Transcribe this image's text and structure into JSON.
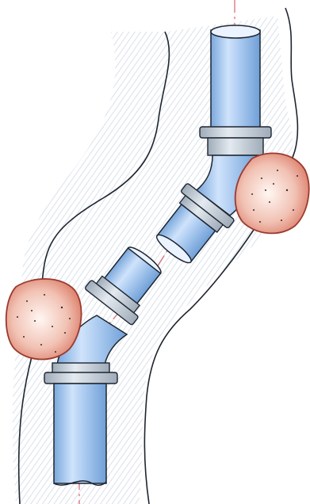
{
  "figure": {
    "labels": [],
    "colors": {
      "background": "#ffffff",
      "trench_hatch": "#dbe3ec",
      "pipe_fill": "#a9c9ef",
      "pipe_shadow": "#6f9fd6",
      "pipe_highlight": "#eaf3ff",
      "outline": "#1e2530",
      "flange_fill": "#c6d1db",
      "centerline": "#e0606a",
      "rock_fill": "#e8a08c",
      "rock_outline": "#9a3a2e"
    },
    "elements": {
      "trench": "trench-outline",
      "pipe_upper": "pipe-upper",
      "pipe_lower": "pipe-lower",
      "rock_right": "rock-right",
      "rock_left": "rock-left",
      "centerline": "centerline"
    }
  }
}
